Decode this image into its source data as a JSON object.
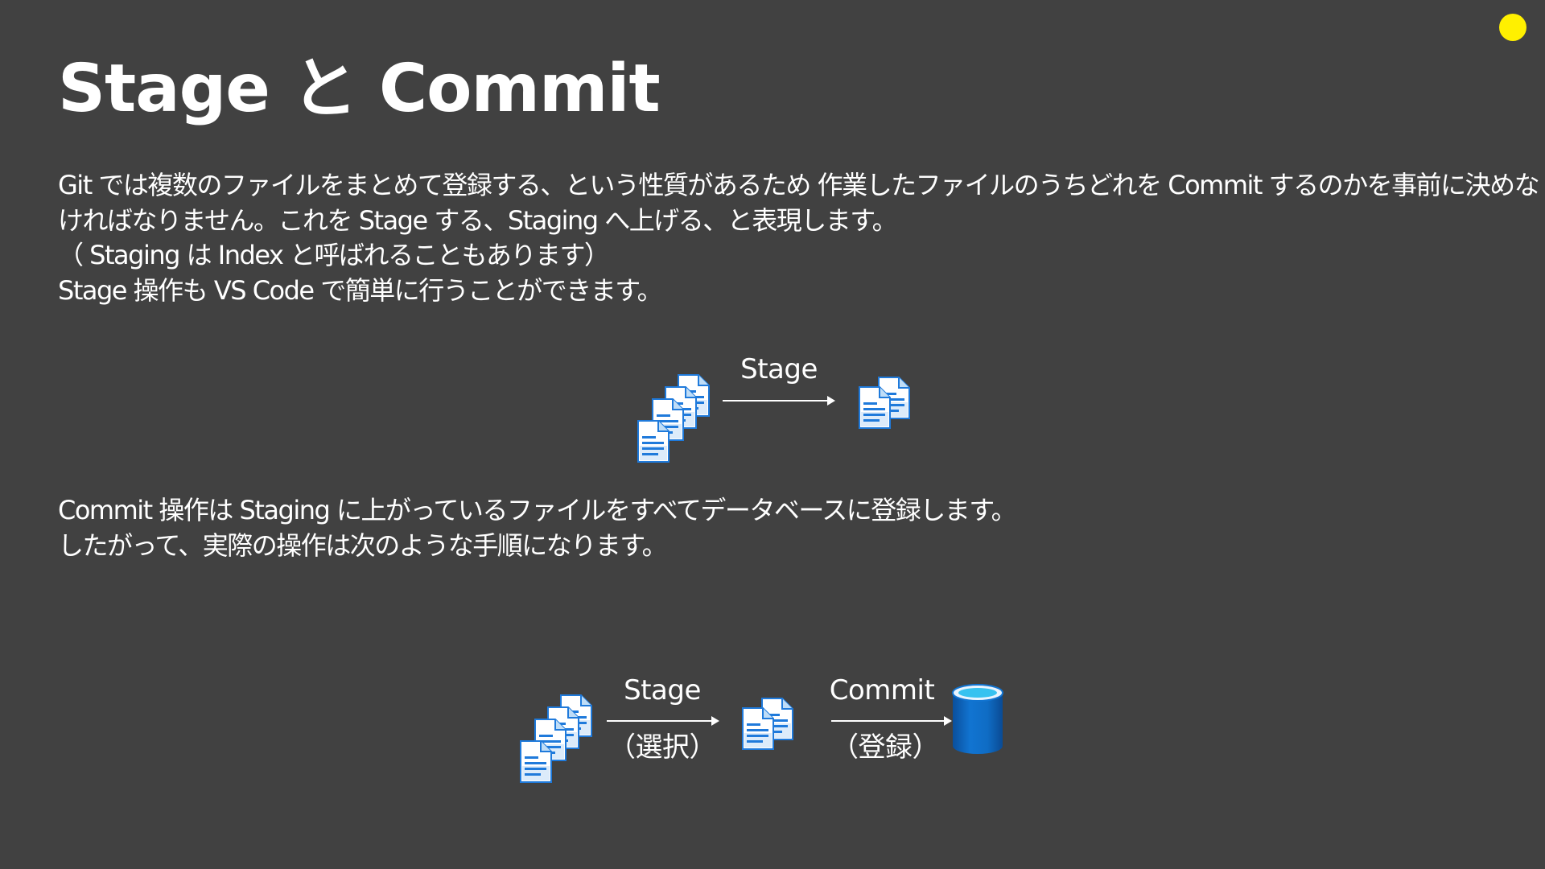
{
  "slide": {
    "title": "Stage と Commit",
    "accent_color": "#FFF000",
    "intro_lines": [
      "Git では複数のファイルをまとめて登録する、という性質があるため 作業したファイルのうちどれを Commit するのかを事前に決めな",
      "ければなりません。これを Stage する、Staging へ上げる、と表現します。",
      "（ Staging は Index と呼ばれることもあります）",
      "Stage 操作も VS Code で簡単に行うことができます。"
    ],
    "commit_lines": [
      "Commit 操作は Staging に上がっているファイルをすべてデータベースに登録します。",
      "したがって、実際の操作は次のような手順になります。"
    ]
  },
  "diagram1": {
    "arrow_label": "Stage",
    "from_icon": "multiple-documents-icon",
    "to_icon": "staged-documents-icon"
  },
  "diagram2": {
    "stage_label": "Stage",
    "stage_sublabel": "（選択）",
    "commit_label": "Commit",
    "commit_sublabel": "（登録）",
    "database_icon": "database-icon",
    "database_color": "#0F6CC4"
  }
}
